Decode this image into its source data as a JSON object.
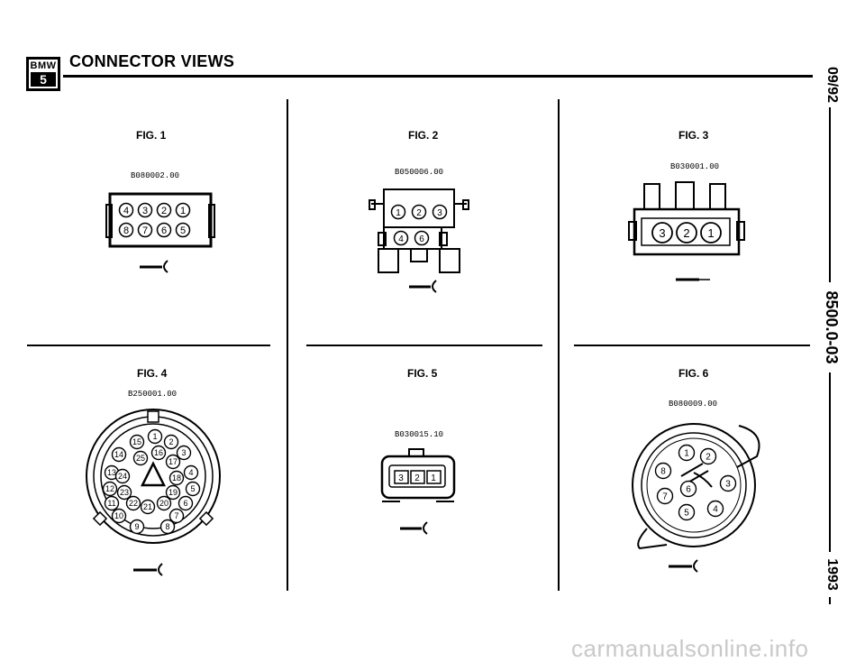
{
  "header": {
    "logo_brand": "BMW",
    "logo_series": "5",
    "title": "CONNECTOR VIEWS"
  },
  "side_labels": {
    "date": "09/92",
    "doc_number": "8500.0-03",
    "year": "1993"
  },
  "figures": [
    {
      "title": "FIG. 1",
      "code": "B080002.00",
      "pins": [
        "4",
        "3",
        "2",
        "1",
        "8",
        "7",
        "6",
        "5"
      ]
    },
    {
      "title": "FIG. 2",
      "code": "B050006.00",
      "pins": [
        "1",
        "2",
        "3",
        "4",
        "6"
      ]
    },
    {
      "title": "FIG. 3",
      "code": "B030001.00",
      "pins": [
        "3",
        "2",
        "1"
      ]
    },
    {
      "title": "FIG. 4",
      "code": "B250001.00",
      "pins": [
        "1",
        "2",
        "3",
        "4",
        "5",
        "6",
        "7",
        "8",
        "9",
        "10",
        "11",
        "12",
        "13",
        "14",
        "15",
        "16",
        "17",
        "18",
        "19",
        "20",
        "21",
        "22",
        "23",
        "24",
        "25"
      ]
    },
    {
      "title": "FIG. 5",
      "code": "B030015.10",
      "pins": [
        "3",
        "2",
        "1"
      ]
    },
    {
      "title": "FIG. 6",
      "code": "B080009.00",
      "pins": [
        "1",
        "2",
        "3",
        "4",
        "5",
        "6",
        "7",
        "8"
      ]
    }
  ],
  "watermark": "carmanualsonline.info"
}
